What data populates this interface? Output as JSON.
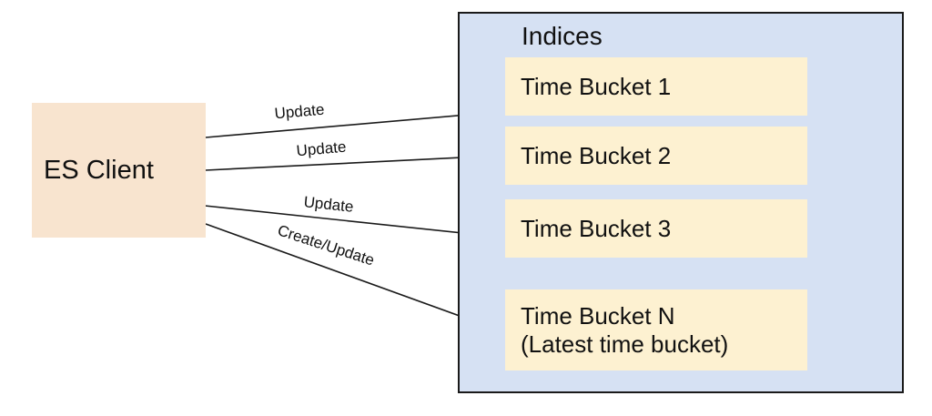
{
  "client": {
    "label": "ES Client"
  },
  "indices": {
    "title": "Indices",
    "buckets": [
      {
        "label": "Time Bucket 1"
      },
      {
        "label": "Time Bucket 2"
      },
      {
        "label": "Time Bucket 3"
      },
      {
        "label": "Time Bucket N",
        "sublabel": "(Latest time bucket)"
      }
    ]
  },
  "arrows": [
    {
      "label": "Update"
    },
    {
      "label": "Update"
    },
    {
      "label": "Update"
    },
    {
      "label": "Create/Update"
    }
  ],
  "colors": {
    "client_fill": "#f8e4cf",
    "container_fill": "#d6e1f3",
    "bucket_fill": "#fdf1d1",
    "line_color": "#1a1a1a",
    "text_color": "#111111",
    "canvas_bg": "#ffffff"
  }
}
